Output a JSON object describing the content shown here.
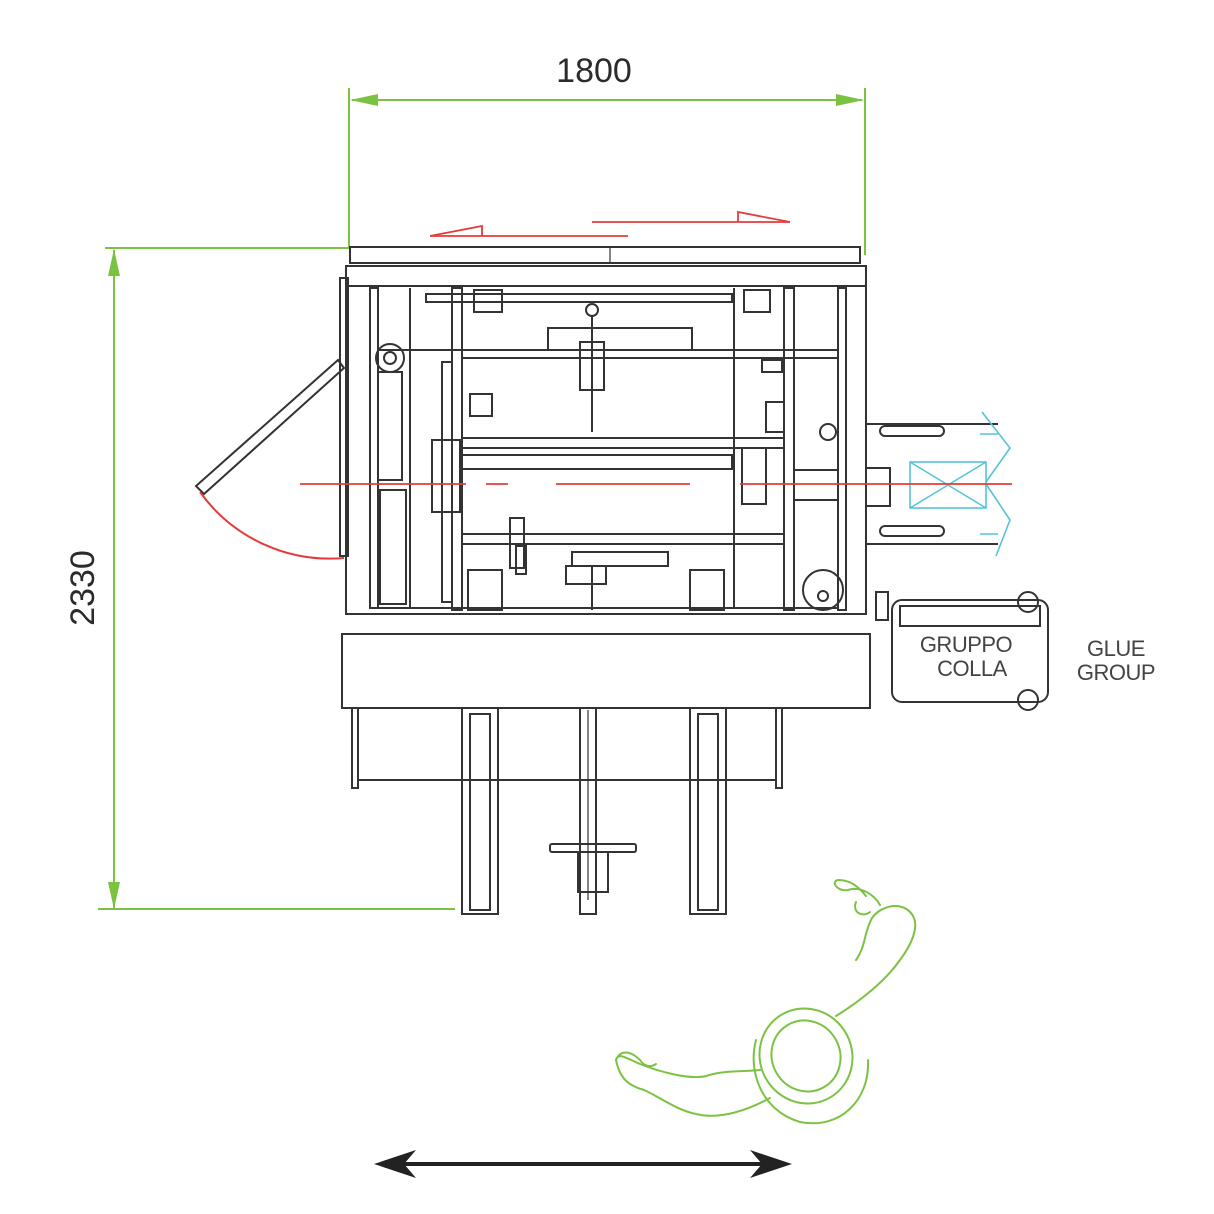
{
  "dimensions": {
    "width_label": "1800",
    "height_label": "2330"
  },
  "labels": {
    "gruppo_line1": "GRUPPO",
    "gruppo_line2": "COLLA",
    "glue_line1": "GLUE",
    "glue_line2": "GROUP"
  },
  "colors": {
    "dimension": "#7cc242",
    "flow": "#e53b3b",
    "outfeed": "#55c3d8",
    "machine": "#333333",
    "operator": "#7cc242",
    "text": "#2b2b2b"
  },
  "icons": {
    "operator": "operator-figure-icon",
    "movement": "double-arrow-icon"
  }
}
